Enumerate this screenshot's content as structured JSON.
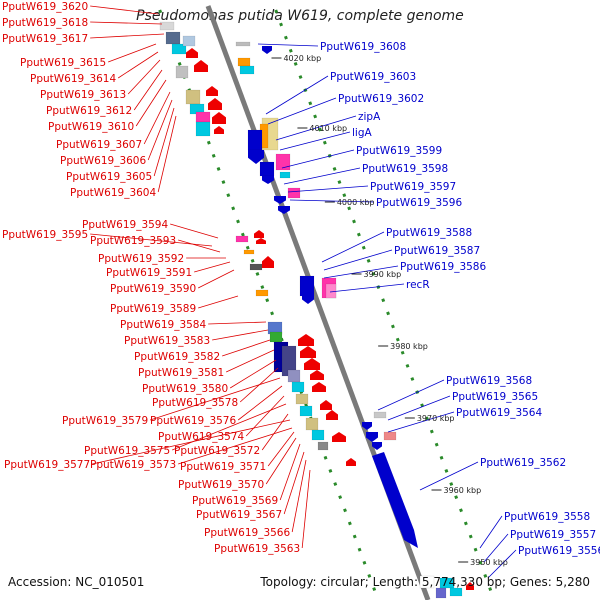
{
  "title": "Pseudomonas putida W619, complete genome",
  "footer": {
    "accession": "Accession: NC_010501",
    "summary": "Topology: circular; Length: 5,774,330 bp; Genes: 5,280"
  },
  "colors": {
    "backbone": "#7a7a7a",
    "ruler": "#2a8a2a",
    "forward_gene": "#0000cc",
    "reverse_gene": "#ee0000",
    "label_left": "#dd0000",
    "label_right": "#0000cc"
  },
  "ticks": [
    {
      "label": "4020 kbp"
    },
    {
      "label": "4010 kbp"
    },
    {
      "label": "4000 kbp"
    },
    {
      "label": "3990 kbp"
    },
    {
      "label": "3980 kbp"
    },
    {
      "label": "3970 kbp"
    },
    {
      "label": "3960 kbp"
    },
    {
      "label": "3950 kbp"
    }
  ],
  "left_labels": [
    "PputW619_3620",
    "PputW619_3618",
    "PputW619_3617",
    "PputW619_3615",
    "PputW619_3614",
    "PputW619_3613",
    "PputW619_3612",
    "PputW619_3610",
    "PputW619_3607",
    "PputW619_3606",
    "PputW619_3605",
    "PputW619_3604",
    "PputW619_3594",
    "PputW619_3595",
    "PputW619_3593",
    "PputW619_3592",
    "PputW619_3591",
    "PputW619_3590",
    "PputW619_3589",
    "PputW619_3584",
    "PputW619_3583",
    "PputW619_3582",
    "PputW619_3581",
    "PputW619_3580",
    "PputW619_3578",
    "PputW619_3579",
    "PputW619_3576",
    "PputW619_3574",
    "PputW619_3575",
    "PputW619_3572",
    "PputW619_3577",
    "PputW619_3573",
    "PputW619_3571",
    "PputW619_3570",
    "PputW619_3569",
    "PputW619_3567",
    "PputW619_3566",
    "PputW619_3563"
  ],
  "right_labels": [
    "PputW619_3608",
    "PputW619_3603",
    "PputW619_3602",
    "zipA",
    "ligA",
    "PputW619_3599",
    "PputW619_3598",
    "PputW619_3597",
    "PputW619_3596",
    "PputW619_3588",
    "PputW619_3587",
    "PputW619_3586",
    "recR",
    "PputW619_3568",
    "PputW619_3565",
    "PputW619_3564",
    "PputW619_3562",
    "PputW619_3558",
    "PputW619_3557",
    "PputW619_3556"
  ]
}
